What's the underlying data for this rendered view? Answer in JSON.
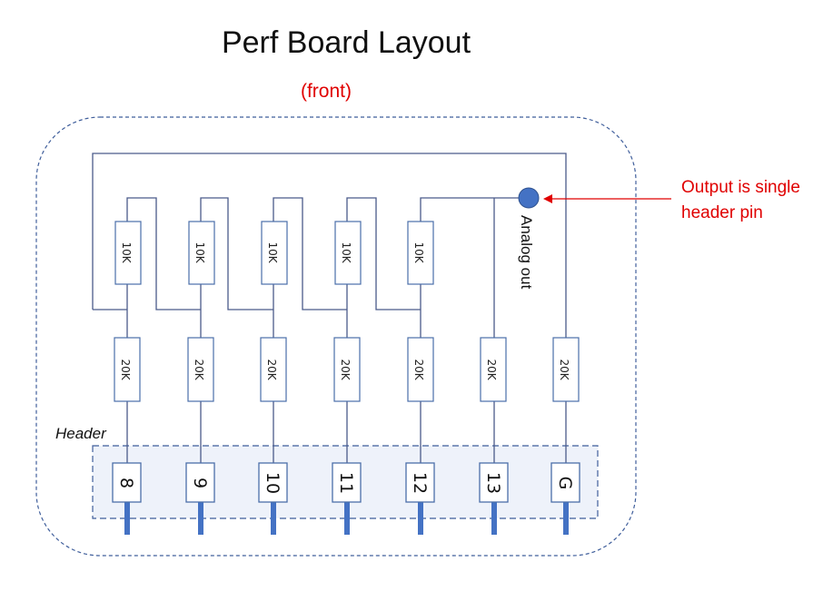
{
  "title": "Perf Board Layout",
  "subtitle": "(front)",
  "header_label": "Header",
  "output_label": "Analog out",
  "annotation": {
    "line1": "Output is single",
    "line2": "header pin"
  },
  "resistors_10k": [
    "10K",
    "10K",
    "10K",
    "10K",
    "10K"
  ],
  "resistors_20k": [
    "20K",
    "20K",
    "20K",
    "20K",
    "20K",
    "20K",
    "20K"
  ],
  "pins": [
    "8",
    "9",
    "10",
    "11",
    "12",
    "13",
    "G"
  ],
  "colors": {
    "annotation": "#e00000",
    "output_dot": "#4472c4",
    "header_fill": "#eef2fa"
  }
}
